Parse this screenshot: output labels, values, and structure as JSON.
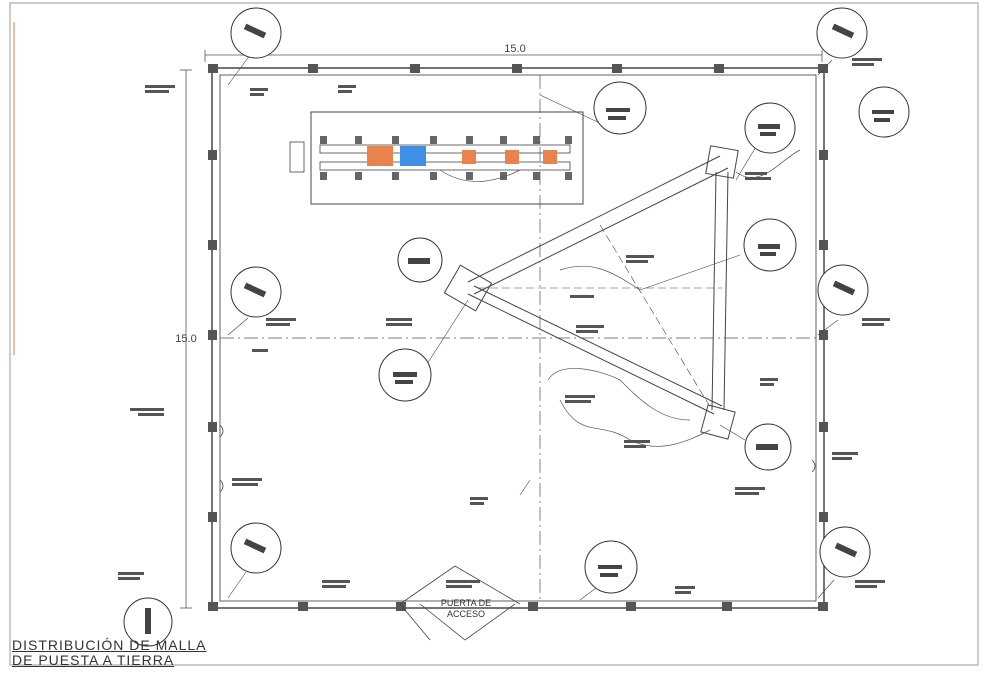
{
  "dimensions": {
    "top": "15.0",
    "left": "15.0"
  },
  "gate": {
    "line1": "PUERTA DE",
    "line2": "ACCESO"
  },
  "title": {
    "line1": "DISTRIBUCIÓN DE MALLA",
    "line2": "DE PUESTA A TIERRA"
  },
  "colors": {
    "orange": "#e8834e",
    "blue": "#3f8fe6",
    "accent_border": "#e07a4a",
    "line": "#3a3a3a",
    "grey_block": "#555555"
  },
  "icons": [
    "ground-rod-detail-icon",
    "grounding-connection-icon",
    "compass-legend-icon"
  ]
}
